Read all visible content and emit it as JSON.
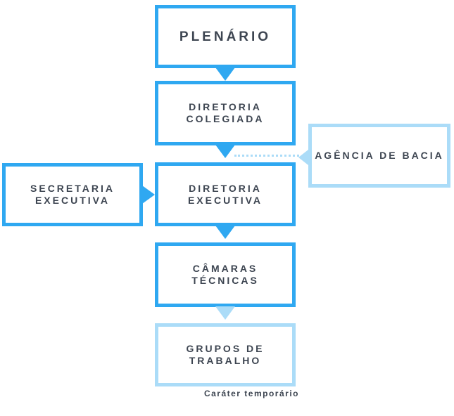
{
  "diagram": {
    "type": "org-chart",
    "nodes": {
      "plenario": {
        "label": "PLENÁRIO"
      },
      "diretoria_colegiada": {
        "label": "DIRETORIA\nCOLEGIADA"
      },
      "secretaria_executiva": {
        "label": "SECRETARIA\nEXECUTIVA"
      },
      "diretoria_executiva": {
        "label": "DIRETORIA\nEXECUTIVA"
      },
      "agencia_de_bacia": {
        "label": "AGÊNCIA DE BACIA"
      },
      "camaras_tecnicas": {
        "label": "CÂMARAS TÉCNICAS"
      },
      "grupos_de_trabalho": {
        "label": "GRUPOS DE TRABALHO"
      }
    },
    "connectors": {
      "plenario_to_colegiada": "solid-arrow-down",
      "colegiada_to_executiva": "solid-arrow-down",
      "secretaria_to_executiva": "solid-arrow-right",
      "agencia_to_executiva": "dotted-line-arrow-left",
      "executiva_to_tecnicas": "solid-arrow-down",
      "tecnicas_to_grupos": "solid-arrow-down-light"
    },
    "caption": "Caráter temporário",
    "colors": {
      "primary_blue": "#2fa8f1",
      "light_blue": "#abdcf8",
      "text_dark": "#3d4551",
      "background": "#ffffff"
    }
  }
}
